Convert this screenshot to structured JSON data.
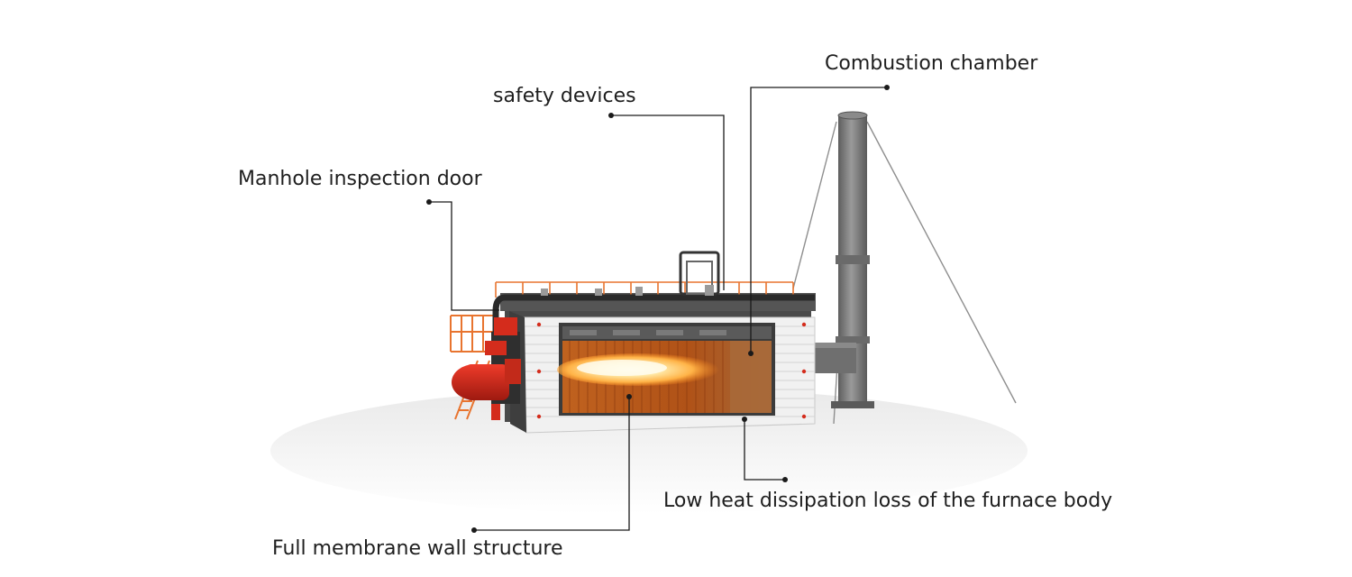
{
  "diagram": {
    "callouts": [
      {
        "id": "combustion",
        "label": "Combustion chamber"
      },
      {
        "id": "safety",
        "label": "safety devices"
      },
      {
        "id": "manhole",
        "label": "Manhole inspection door"
      },
      {
        "id": "heatloss",
        "label": "Low heat dissipation loss of the furnace body"
      },
      {
        "id": "membrane",
        "label": "Full membrane wall structure"
      }
    ],
    "colors": {
      "leader_line": "#1a1a1a",
      "burner_red": "#d42c1c",
      "railing_orange": "#e8742f",
      "furnace_interior": "#b8561a",
      "casing": "#eeeeee",
      "chimney": "#7a7a7a"
    }
  }
}
